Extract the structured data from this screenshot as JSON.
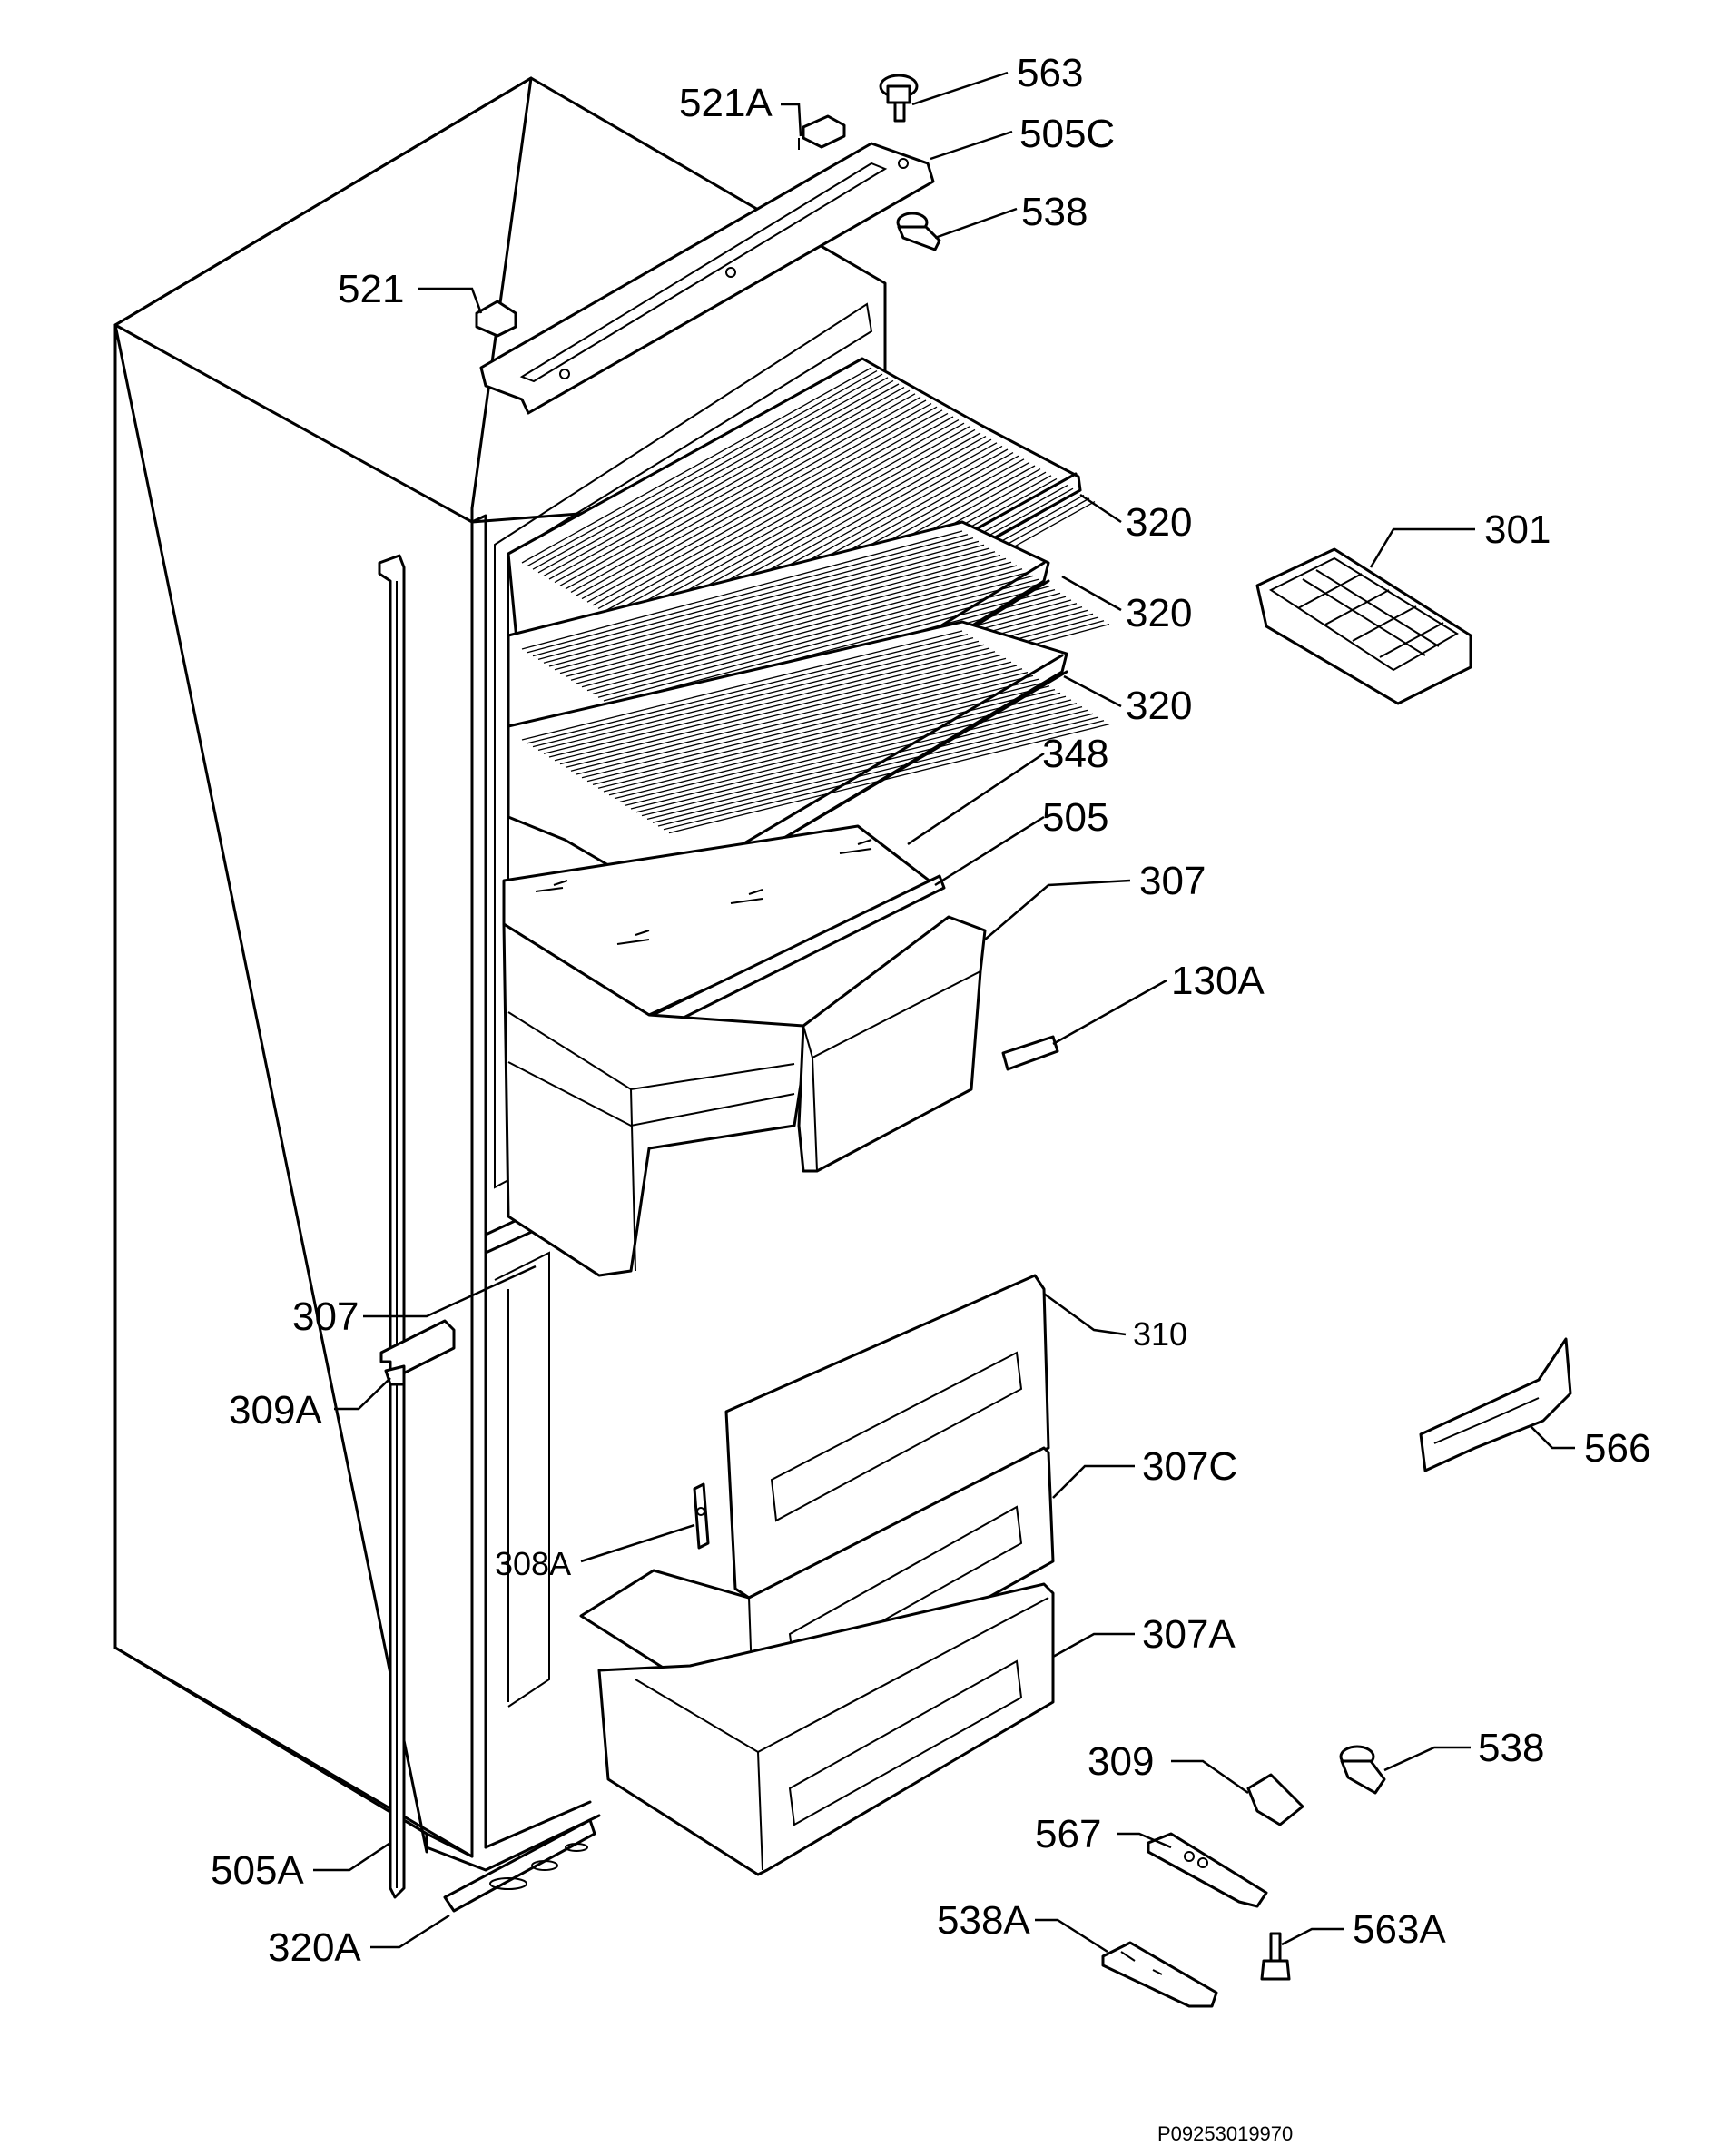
{
  "diagram": {
    "parts": [
      {
        "id": "p563",
        "label": "563"
      },
      {
        "id": "p521A",
        "label": "521A"
      },
      {
        "id": "p505C",
        "label": "505C"
      },
      {
        "id": "p538a",
        "label": "538"
      },
      {
        "id": "p521",
        "label": "521"
      },
      {
        "id": "p320a",
        "label": "320"
      },
      {
        "id": "p301",
        "label": "301"
      },
      {
        "id": "p320b",
        "label": "320"
      },
      {
        "id": "p320c",
        "label": "320"
      },
      {
        "id": "p348",
        "label": "348"
      },
      {
        "id": "p505",
        "label": "505"
      },
      {
        "id": "p307a",
        "label": "307"
      },
      {
        "id": "p130A",
        "label": "130A"
      },
      {
        "id": "p307b",
        "label": "307"
      },
      {
        "id": "p310",
        "label": "310"
      },
      {
        "id": "p309A",
        "label": "309A"
      },
      {
        "id": "p566",
        "label": "566"
      },
      {
        "id": "p307C",
        "label": "307C"
      },
      {
        "id": "p308A",
        "label": "308A"
      },
      {
        "id": "p307A",
        "label": "307A"
      },
      {
        "id": "p309",
        "label": "309"
      },
      {
        "id": "p538b",
        "label": "538"
      },
      {
        "id": "p567",
        "label": "567"
      },
      {
        "id": "p505A",
        "label": "505A"
      },
      {
        "id": "p538A",
        "label": "538A"
      },
      {
        "id": "p563A",
        "label": "563A"
      },
      {
        "id": "p320A",
        "label": "320A"
      }
    ],
    "drawing_code": "P09253019970"
  }
}
